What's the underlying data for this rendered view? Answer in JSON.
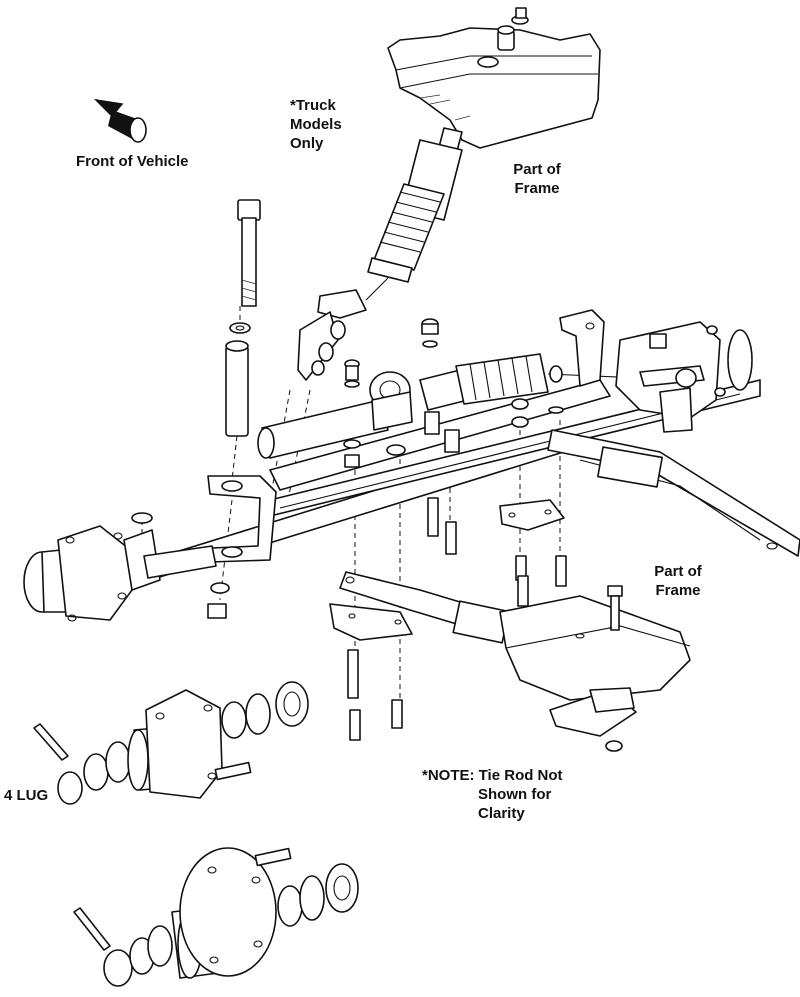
{
  "labels": {
    "front_of_vehicle": "Front of Vehicle",
    "truck_models_line1": "*Truck",
    "truck_models_line2": "Models",
    "truck_models_line3": "Only",
    "part_of_frame_upper_1": "Part of",
    "part_of_frame_upper_2": "Frame",
    "part_of_frame_lower_1": "Part of",
    "part_of_frame_lower_2": "Frame",
    "four_lug": "4 LUG",
    "note_line1": "*NOTE: Tie Rod Not",
    "note_line2": "Shown for",
    "note_line3": "Clarity"
  }
}
